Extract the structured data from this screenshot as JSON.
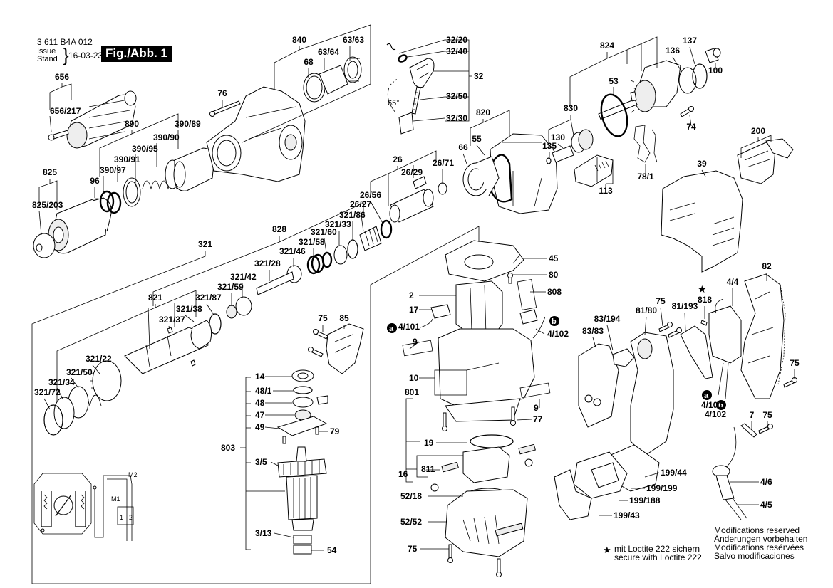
{
  "header": {
    "document_number": "3 611 B4A 012",
    "issue_label_1": "Issue",
    "issue_label_2": "Stand",
    "issue_date": "16-03-23",
    "figure_label": "Fig./Abb. 1"
  },
  "notes": {
    "modifications": [
      "Modifications reserved",
      "Änderungen vorbehalten",
      "Modifications resérvées",
      "Salvo modificaciones"
    ],
    "loctite_symbol": "★",
    "loctite": [
      "mit Loctite 222 sichern",
      "secure with Loctite 222"
    ]
  },
  "angle_annotation": "65°",
  "wire_markers": {
    "a": "a",
    "b": "b"
  },
  "part_labels": [
    {
      "id": "656",
      "text": "656"
    },
    {
      "id": "656-217",
      "text": "656/217"
    },
    {
      "id": "890",
      "text": "890"
    },
    {
      "id": "390-89",
      "text": "390/89"
    },
    {
      "id": "390-90",
      "text": "390/90"
    },
    {
      "id": "390-95",
      "text": "390/95"
    },
    {
      "id": "390-91",
      "text": "390/91"
    },
    {
      "id": "390-97",
      "text": "390/97"
    },
    {
      "id": "96",
      "text": "96"
    },
    {
      "id": "825",
      "text": "825"
    },
    {
      "id": "825-203",
      "text": "825/203"
    },
    {
      "id": "76",
      "text": "76"
    },
    {
      "id": "840",
      "text": "840"
    },
    {
      "id": "68",
      "text": "68"
    },
    {
      "id": "63-64",
      "text": "63/64"
    },
    {
      "id": "63-63",
      "text": "63/63"
    },
    {
      "id": "32-20",
      "text": "32/20"
    },
    {
      "id": "32-40",
      "text": "32/40"
    },
    {
      "id": "32",
      "text": "32"
    },
    {
      "id": "32-50",
      "text": "32/50"
    },
    {
      "id": "32-30",
      "text": "32/30"
    },
    {
      "id": "824",
      "text": "824"
    },
    {
      "id": "137",
      "text": "137"
    },
    {
      "id": "136",
      "text": "136"
    },
    {
      "id": "100",
      "text": "100"
    },
    {
      "id": "53",
      "text": "53"
    },
    {
      "id": "830",
      "text": "830"
    },
    {
      "id": "74",
      "text": "74"
    },
    {
      "id": "130",
      "text": "130"
    },
    {
      "id": "135",
      "text": "135"
    },
    {
      "id": "113",
      "text": "113"
    },
    {
      "id": "78-1",
      "text": "78/1"
    },
    {
      "id": "820",
      "text": "820"
    },
    {
      "id": "55",
      "text": "55"
    },
    {
      "id": "66",
      "text": "66"
    },
    {
      "id": "200",
      "text": "200"
    },
    {
      "id": "39",
      "text": "39"
    },
    {
      "id": "26",
      "text": "26"
    },
    {
      "id": "26-29",
      "text": "26/29"
    },
    {
      "id": "26-71",
      "text": "26/71"
    },
    {
      "id": "26-56",
      "text": "26/56"
    },
    {
      "id": "26-27",
      "text": "26/27"
    },
    {
      "id": "321",
      "text": "321"
    },
    {
      "id": "828",
      "text": "828"
    },
    {
      "id": "321-86",
      "text": "321/86"
    },
    {
      "id": "321-33",
      "text": "321/33"
    },
    {
      "id": "321-60",
      "text": "321/60"
    },
    {
      "id": "321-58",
      "text": "321/58"
    },
    {
      "id": "321-46",
      "text": "321/46"
    },
    {
      "id": "321-28",
      "text": "321/28"
    },
    {
      "id": "321-42",
      "text": "321/42"
    },
    {
      "id": "321-59",
      "text": "321/59"
    },
    {
      "id": "821",
      "text": "821"
    },
    {
      "id": "321-87",
      "text": "321/87"
    },
    {
      "id": "321-38",
      "text": "321/38"
    },
    {
      "id": "321-37",
      "text": "321/37"
    },
    {
      "id": "321-22",
      "text": "321/22"
    },
    {
      "id": "321-50",
      "text": "321/50"
    },
    {
      "id": "321-34",
      "text": "321/34"
    },
    {
      "id": "321-72",
      "text": "321/72"
    },
    {
      "id": "75a",
      "text": "75"
    },
    {
      "id": "85",
      "text": "85"
    },
    {
      "id": "14",
      "text": "14"
    },
    {
      "id": "48-1",
      "text": "48/1"
    },
    {
      "id": "48",
      "text": "48"
    },
    {
      "id": "47",
      "text": "47"
    },
    {
      "id": "49",
      "text": "49"
    },
    {
      "id": "79",
      "text": "79"
    },
    {
      "id": "803",
      "text": "803"
    },
    {
      "id": "3-5",
      "text": "3/5"
    },
    {
      "id": "3-13",
      "text": "3/13"
    },
    {
      "id": "54",
      "text": "54"
    },
    {
      "id": "45",
      "text": "45"
    },
    {
      "id": "80",
      "text": "80"
    },
    {
      "id": "808",
      "text": "808"
    },
    {
      "id": "2",
      "text": "2"
    },
    {
      "id": "17",
      "text": "17"
    },
    {
      "id": "4-101a",
      "text": "4/101"
    },
    {
      "id": "4-102a",
      "text": "4/102"
    },
    {
      "id": "9a",
      "text": "9"
    },
    {
      "id": "10",
      "text": "10"
    },
    {
      "id": "801",
      "text": "801"
    },
    {
      "id": "9b",
      "text": "9"
    },
    {
      "id": "77",
      "text": "77"
    },
    {
      "id": "19",
      "text": "19"
    },
    {
      "id": "16",
      "text": "16"
    },
    {
      "id": "811",
      "text": "811"
    },
    {
      "id": "52-18",
      "text": "52/18"
    },
    {
      "id": "52-52",
      "text": "52/52"
    },
    {
      "id": "75b",
      "text": "75"
    },
    {
      "id": "82",
      "text": "82"
    },
    {
      "id": "4-4",
      "text": "4/4"
    },
    {
      "id": "818",
      "text": "818"
    },
    {
      "id": "81-193",
      "text": "81/193"
    },
    {
      "id": "75c",
      "text": "75"
    },
    {
      "id": "81-80",
      "text": "81/80"
    },
    {
      "id": "83-194",
      "text": "83/194"
    },
    {
      "id": "83-83",
      "text": "83/83"
    },
    {
      "id": "75d",
      "text": "75"
    },
    {
      "id": "4-101b",
      "text": "4/101"
    },
    {
      "id": "4-102b",
      "text": "4/102"
    },
    {
      "id": "7",
      "text": "7"
    },
    {
      "id": "75e",
      "text": "75"
    },
    {
      "id": "199-44",
      "text": "199/44"
    },
    {
      "id": "199-199",
      "text": "199/199"
    },
    {
      "id": "199-188",
      "text": "199/188"
    },
    {
      "id": "199-43",
      "text": "199/43"
    },
    {
      "id": "4-6",
      "text": "4/6"
    },
    {
      "id": "4-5",
      "text": "4/5"
    },
    {
      "id": "M1",
      "text": "M1"
    },
    {
      "id": "M2",
      "text": "M2"
    },
    {
      "id": "T1",
      "text": "1"
    },
    {
      "id": "T2",
      "text": "2"
    }
  ]
}
